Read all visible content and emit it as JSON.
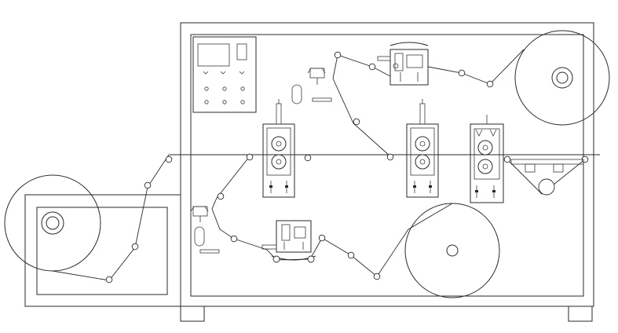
{
  "diagram": {
    "kind": "machine schematic, front view, unlabeled line drawing",
    "colors": {
      "line": "#2a2a2a",
      "background": "#ffffff"
    },
    "components": [
      "main-frame",
      "left-cabinet",
      "unwind-roll-left",
      "rewind-roll-top-right",
      "rewind-roll-bottom-right",
      "control-panel",
      "die-station-1",
      "die-station-2",
      "die-station-3",
      "laminating-unit-top",
      "laminating-unit-bottom",
      "sensor-top",
      "sensor-bottom",
      "idler-rollers",
      "web-path",
      "feet"
    ]
  }
}
